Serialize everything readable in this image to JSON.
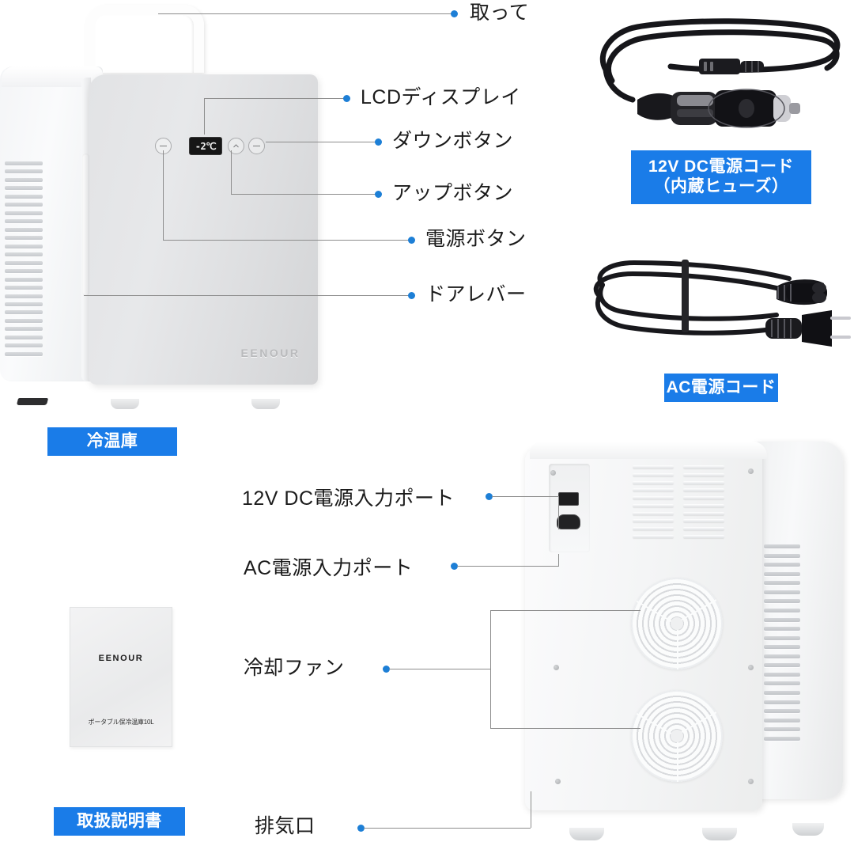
{
  "product": {
    "brand": "EENOUR",
    "manual_title": "EENOUR",
    "manual_subtitle": "ポータブル保冷温庫10L",
    "lcd_value": "-2℃"
  },
  "front_callouts": [
    {
      "id": "handle",
      "label": "取って"
    },
    {
      "id": "lcd-display",
      "label": "LCDディスプレイ"
    },
    {
      "id": "down-button",
      "label": "ダウンボタン"
    },
    {
      "id": "up-button",
      "label": "アップボタン"
    },
    {
      "id": "power-button",
      "label": "電源ボタン"
    },
    {
      "id": "door-lever",
      "label": "ドアレバー"
    }
  ],
  "rear_callouts": [
    {
      "id": "dc-input-port",
      "label": "12V DC電源入力ポート"
    },
    {
      "id": "ac-input-port",
      "label": "AC電源入力ポート"
    },
    {
      "id": "cooling-fan",
      "label": "冷却ファン"
    },
    {
      "id": "exhaust-vent",
      "label": "排気口"
    }
  ],
  "badges": {
    "fridge": "冷温庫",
    "dc_cord_line1": "12V DC電源コード",
    "dc_cord_line2": "（内蔵ヒューズ）",
    "ac_cord": "AC電源コード",
    "manual": "取扱説明書"
  },
  "colors": {
    "badge_blue": "#1a7ce8",
    "dot_blue": "#1d7fd6",
    "leader_gray": "#8d8d8d"
  }
}
